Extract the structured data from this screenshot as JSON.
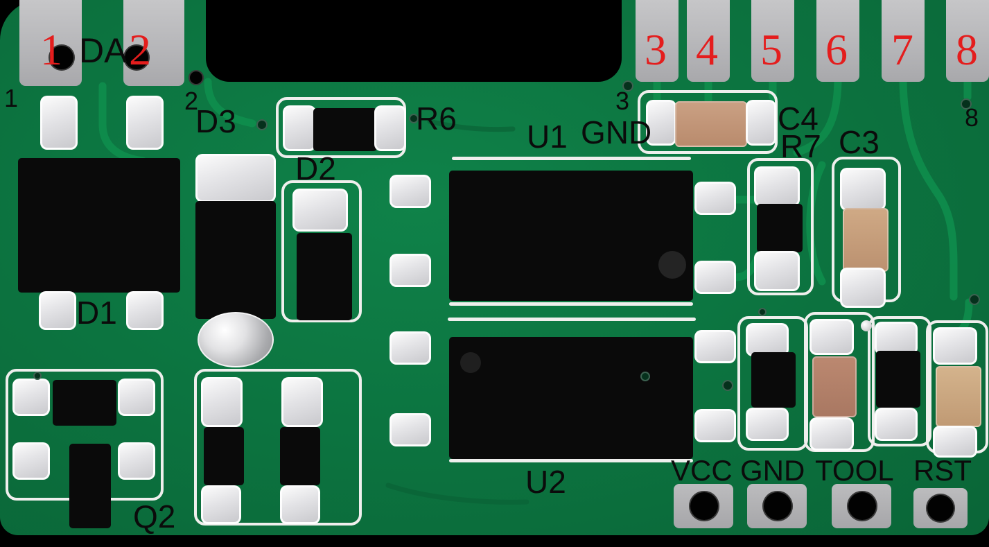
{
  "image_type": "annotated PCB module photograph (pinout reference)",
  "colors": {
    "background_black": "#000000",
    "pcb_green": "#0c7440",
    "pcb_green_light": "#0f8f4d",
    "pad_silver_gray": "#b2b2b5",
    "solder_silver": "#e3e3e6",
    "silkscreen_white": "#efefed",
    "component_black": "#0a0a0a",
    "capacitor_tan": "#c9a27f",
    "capacitor_brown": "#b3806b",
    "annotation_red": "#e41d1d",
    "hole_black": "#020202"
  },
  "annotations": {
    "red_pins": [
      "1",
      "2",
      "3",
      "4",
      "5",
      "6",
      "7",
      "8"
    ],
    "da": "DA",
    "edge_pins": {
      "pin1": "1",
      "pin2": "2",
      "pin3": "3",
      "pin8": "8"
    },
    "components": {
      "d1": "D1",
      "d2": "D2",
      "d3": "D3",
      "q2": "Q2",
      "r6": "R6",
      "r7": "R7",
      "c3": "C3",
      "c4": "C4",
      "u1": "U1",
      "u2": "U2",
      "gnd_top": "GND"
    },
    "programming": [
      {
        "label": "VCC"
      },
      {
        "label": "GND"
      },
      {
        "label": "TOOL"
      },
      {
        "label": "RST"
      }
    ]
  }
}
